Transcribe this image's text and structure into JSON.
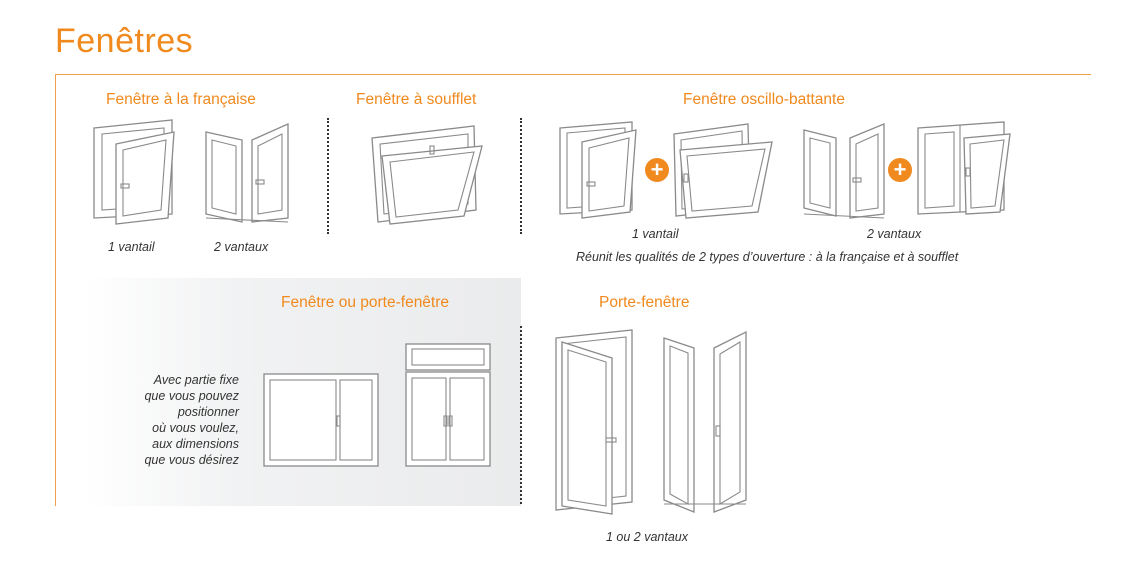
{
  "page": {
    "title": "Fenêtres"
  },
  "sections": {
    "francaise": {
      "title": "Fenêtre à la française",
      "caption_1": "1 vantail",
      "caption_2": "2 vantaux"
    },
    "soufflet": {
      "title": "Fenêtre à soufflet"
    },
    "oscillo": {
      "title": "Fenêtre oscillo-battante",
      "caption_1": "1 vantail",
      "caption_2": "2 vantaux",
      "note": "Réunit les qualités de 2 types d’ouverture : à la française et à soufflet"
    },
    "porte_fenetre_fixe": {
      "title": "Fenêtre ou porte-fenêtre",
      "note_lines": [
        "Avec partie fixe",
        "que vous pouvez",
        "positionner",
        "où vous voulez,",
        "aux dimensions",
        "que vous désirez"
      ]
    },
    "porte_fenetre": {
      "title": "Porte-fenêtre",
      "caption": "1 ou 2 vantaux"
    }
  },
  "colors": {
    "accent": "#f0891e",
    "frame": "#8a8a8a",
    "text": "#333333"
  },
  "icons": {
    "plus": "plus-icon",
    "plus_glyph": "+"
  }
}
